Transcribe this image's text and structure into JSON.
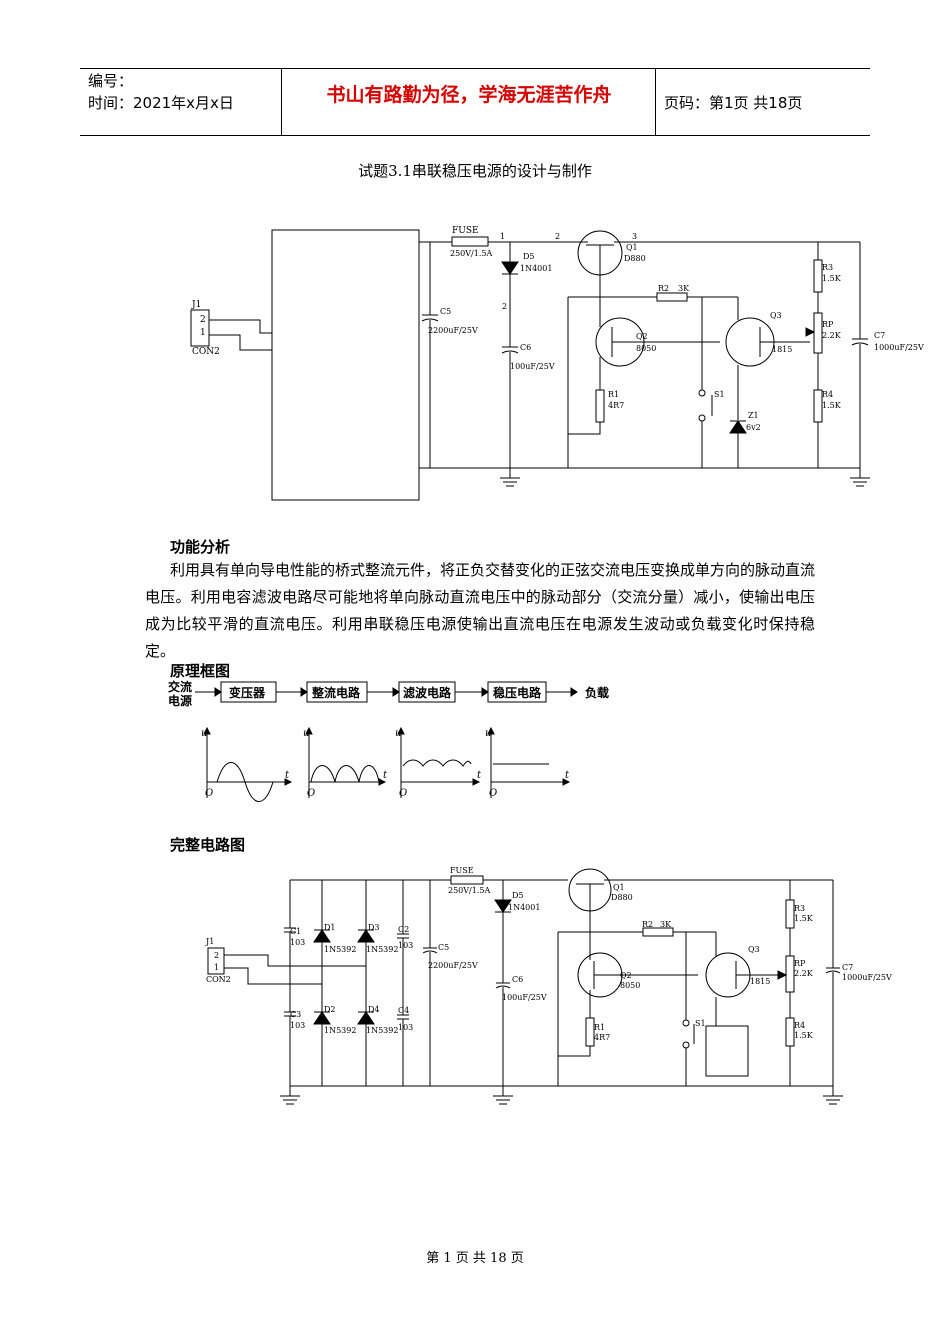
{
  "header": {
    "number_label": "编号：",
    "time_label": "时间：2021年x月x日",
    "motto": "书山有路勤为径，学海无涯苦作舟",
    "page_label": "页码：第1页  共18页"
  },
  "title": "试题3.1串联稳压电源的设计与制作",
  "sections": {
    "function_heading": "功能分析",
    "function_text": "利用具有单向导电性能的桥式整流元件，将正负交替变化的正弦交流电压变换成单方向的脉动直流电压。利用电容滤波电路尽可能地将单向脉动直流电压中的脉动部分（交流分量）减小，使输出电压成为比较平滑的直流电压。利用串联稳压电源使输出直流电压在电源发生波动或负载变化时保持稳定。",
    "block_heading": "原理框图",
    "full_heading": "完整电路图"
  },
  "block_diagram": {
    "source": [
      "交流",
      "电源"
    ],
    "blocks": [
      "变压器",
      "整流电路",
      "滤波电路",
      "稳压电路"
    ],
    "load": "负载",
    "axis_u": "u",
    "axis_t": "t",
    "origin": "O"
  },
  "circuit1": {
    "fuse": [
      "FUSE",
      "250V/1.5A"
    ],
    "d5": [
      "D5",
      "1N4001"
    ],
    "q1": [
      "Q1",
      "D880"
    ],
    "c5": [
      "C5",
      "2200uF/25V"
    ],
    "c6": [
      "C6",
      "100uF/25V"
    ],
    "c7": [
      "C7",
      "1000uF/25V"
    ],
    "r2": [
      "R2",
      "3K"
    ],
    "q2": [
      "Q2",
      "8050"
    ],
    "q3": [
      "Q3",
      "1815"
    ],
    "r1": [
      "R1",
      "4R7"
    ],
    "s1": "S1",
    "z1": [
      "Z1",
      "6v2"
    ],
    "r3": [
      "R3",
      "1.5K"
    ],
    "rp": [
      "RP",
      "2.2K"
    ],
    "r4": [
      "R4",
      "1.5K"
    ],
    "j1": [
      "J1",
      "CON2"
    ],
    "pins": [
      "1",
      "2",
      "3"
    ]
  },
  "circuit2": {
    "fuse": [
      "FUSE",
      "250V/1.5A"
    ],
    "d5": [
      "D5",
      "1N4001"
    ],
    "q1": [
      "Q1",
      "D880"
    ],
    "c5": [
      "C5",
      "2200uF/25V"
    ],
    "c6": [
      "C6",
      "100uF/25V"
    ],
    "c7": [
      "C7",
      "1000uF/25V"
    ],
    "r2": [
      "R2",
      "3K"
    ],
    "q2": [
      "Q2",
      "8050"
    ],
    "q3": [
      "Q3",
      "1815"
    ],
    "r1": [
      "R1",
      "4R7"
    ],
    "s1": "S1",
    "r3": [
      "R3",
      "1.5K"
    ],
    "rp": [
      "RP",
      "2.2K"
    ],
    "r4": [
      "R4",
      "1.5K"
    ],
    "j1": [
      "J1",
      "CON2"
    ],
    "c1": [
      "C1",
      "103"
    ],
    "c2": [
      "C2",
      "103"
    ],
    "c3": [
      "C3",
      "103"
    ],
    "c4": [
      "C4",
      "103"
    ],
    "d1": [
      "D1",
      "1N5392"
    ],
    "d2": [
      "D2",
      "1N5392"
    ],
    "d3": [
      "D3",
      "1N5392"
    ],
    "d4": [
      "D4",
      "1N5392"
    ]
  },
  "footer": "第 1 页 共 18 页"
}
